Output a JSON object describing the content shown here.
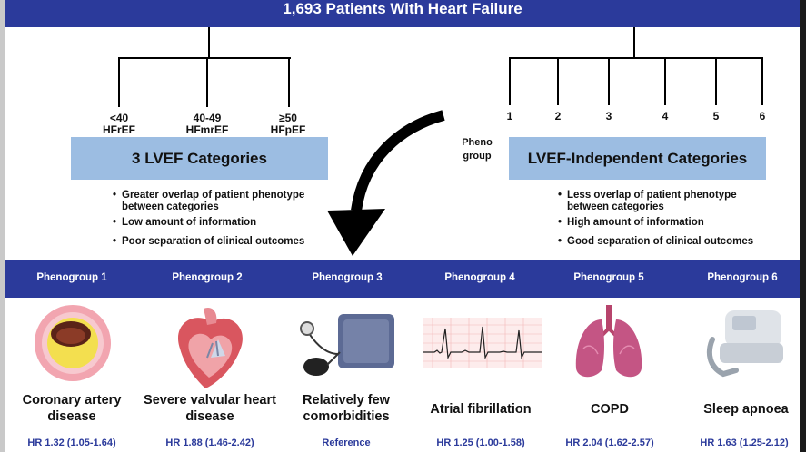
{
  "header": {
    "title": "1,693 Patients With Heart Failure"
  },
  "lvef_branch": {
    "leaves": [
      {
        "threshold": "<40",
        "label": "HFrEF"
      },
      {
        "threshold": "40-49",
        "label": "HFmrEF"
      },
      {
        "threshold": "≥50",
        "label": "HFpEF"
      }
    ],
    "box_title": "3 LVEF Categories",
    "bullets": [
      "Greater overlap of patient phenotype between categories",
      "Low amount of information",
      "Poor separation of clinical outcomes"
    ]
  },
  "independent_branch": {
    "group_label": "Pheno group",
    "numbers": [
      "1",
      "2",
      "3",
      "4",
      "5",
      "6"
    ],
    "box_title": "LVEF-Independent Categories",
    "bullets": [
      "Less overlap of patient phenotype between categories",
      "High amount of information",
      "Good separation of clinical outcomes"
    ]
  },
  "phenogroups": [
    {
      "name": "Phenogroup 1",
      "description": "Coronary artery disease",
      "hr": "HR 1.32 (1.05-1.64)",
      "icon": "artery-plaque-icon"
    },
    {
      "name": "Phenogroup 2",
      "description": "Severe valvular heart disease",
      "hr": "HR 1.88 (1.46-2.42)",
      "icon": "heart-valve-icon"
    },
    {
      "name": "Phenogroup 3",
      "description": "Relatively few comorbidities",
      "hr": "Reference",
      "icon": "blood-pressure-cuff-icon"
    },
    {
      "name": "Phenogroup 4",
      "description": "Atrial fibrillation",
      "hr": "HR 1.25 (1.00-1.58)",
      "icon": "ecg-strip-icon"
    },
    {
      "name": "Phenogroup 5",
      "description": "COPD",
      "hr": "HR 2.04 (1.62-2.57)",
      "icon": "lungs-icon"
    },
    {
      "name": "Phenogroup 6",
      "description": "Sleep apnoea",
      "hr": "HR 1.63 (1.25-2.12)",
      "icon": "cpap-machine-icon"
    }
  ],
  "colors": {
    "banner": "#2b3a9b",
    "category_box": "#9cbde2",
    "hr_text": "#2b3a9b"
  }
}
